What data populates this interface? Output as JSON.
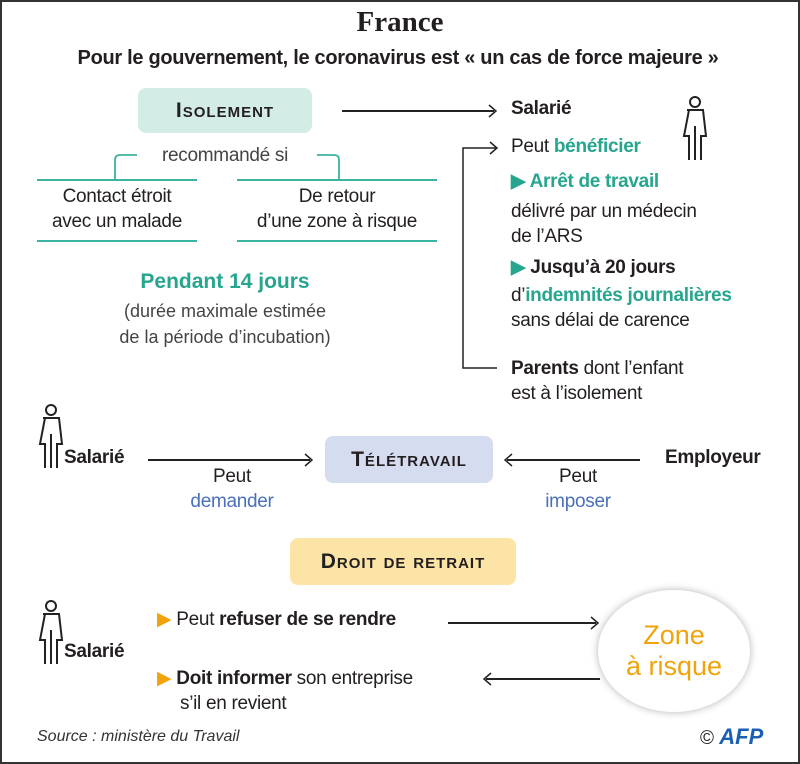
{
  "title": "France",
  "subtitle": "Pour le gouvernement, le coronavirus est « un cas de force majeure »",
  "isolement": {
    "label": "Isolement",
    "recommended_if": "recommandé si",
    "case1": [
      "Contact étroit",
      "avec un malade"
    ],
    "case2": [
      "De retour",
      "d’une zone à risque"
    ],
    "duration": "Pendant 14 jours",
    "duration_note": [
      "(durée maximale estimée",
      "de la période d’incubation)"
    ],
    "target": "Salarié",
    "benefit_prefix": "Peut ",
    "benefit": "bénéficier",
    "item1_title": "Arrêt de travail",
    "item1_text": [
      "délivré par un médecin",
      "de l’ARS"
    ],
    "item2_title": "Jusqu’à 20 jours",
    "item2_prefix": "d’",
    "item2_highlight": "indemnités journalières",
    "item2_text": "sans délai de carence",
    "parents_bold": "Parents",
    "parents_text": " dont l’enfant",
    "parents_text2": "est à l’isolement"
  },
  "teletravail": {
    "label": "Télétravail",
    "left_actor": "Salarié",
    "left_verb": "Peut",
    "left_action": "demander",
    "right_actor": "Employeur",
    "right_verb": "Peut",
    "right_action": "imposer"
  },
  "retrait": {
    "label": "Droit de retrait",
    "actor": "Salarié",
    "line1_prefix": "Peut ",
    "line1_bold": "refuser de se rendre",
    "line2_bold": "Doit informer",
    "line2_text": " son entreprise",
    "line2_text2": "s’il en revient",
    "zone": [
      "Zone",
      "à risque"
    ]
  },
  "source": "Source : ministère du Travail",
  "credit_symbol": "©",
  "credit": "AFP",
  "colors": {
    "teal": "#26a58f",
    "blue": "#4a6fbb",
    "orange": "#f0a30a",
    "iso_bg": "#d3ece6",
    "tele_bg": "#d5dcf0",
    "retrait_bg": "#fbe4a6"
  }
}
